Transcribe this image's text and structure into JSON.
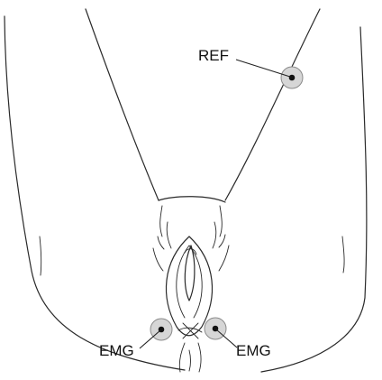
{
  "electrodes": {
    "ref": {
      "label": "REF"
    },
    "emg_left": {
      "label": "EMG"
    },
    "emg_right": {
      "label": "EMG"
    }
  }
}
